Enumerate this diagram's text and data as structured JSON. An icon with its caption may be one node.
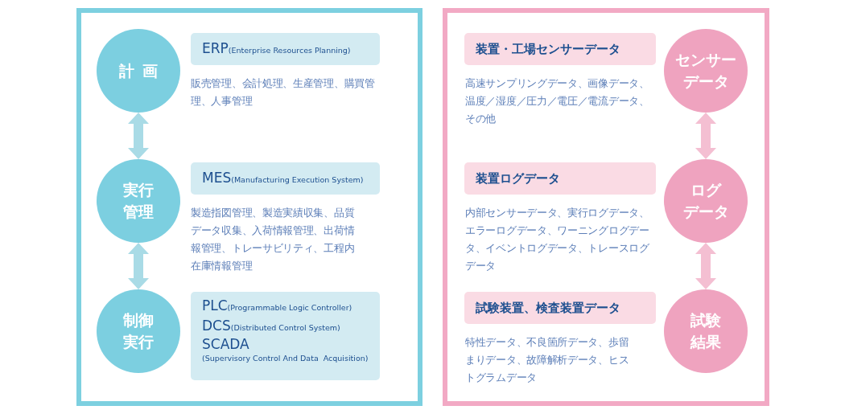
{
  "diagram": {
    "nodes": [
      {
        "text": [],
        "shape": "box"
      },
      {
        "text": [
          "計画"
        ],
        "in": 0
      },
      {
        "text": [
          "ERP",
          "(Enterprise Resources Planning)"
        ],
        "in": 0,
        "beside": [
          "販売管理、会計処理、生産管理、購買管理、人事管理"
        ]
      },
      {
        "text": [
          "実行管理"
        ],
        "in": 0
      },
      {
        "text": [
          "MES",
          "(Manufacturing Execution System)"
        ],
        "in": 0,
        "beside": [
          "製造指図管理、製造実績収集、品質データ収集、入荷情報管理、出荷情報管理、トレーサビリティ、工程内在庫情報管理"
        ]
      },
      {
        "text": [
          "制御実行"
        ],
        "in": 0
      },
      {
        "text": [
          "PLC",
          "(Programmable Logic Controller)",
          "DCS",
          "(Distributed Control System)",
          "SCADA",
          "(Supervisory Control And Data  Acquisition)"
        ],
        "in": 0
      },
      {
        "text": [],
        "shape": "box"
      },
      {
        "text": [
          "装置・工場センサーデータ"
        ],
        "in": 7,
        "beside": [
          "高速サンプリングデータ、画像データ、温度／湿度／圧力／電圧／電流データ、その他"
        ]
      },
      {
        "text": [
          "センサーデータ"
        ],
        "in": 7
      },
      {
        "text": [
          "装置ログデータ"
        ],
        "in": 7,
        "beside": [
          "内部センサーデータ、実行ログデータ、エラーログデータ、ワーニングログデータ、イベントログデータ、トレースログデータ"
        ]
      },
      {
        "text": [
          "ログデータ"
        ],
        "in": 7
      },
      {
        "text": [
          "試験装置、検査装置データ"
        ],
        "in": 7,
        "beside": [
          "特性データ、不良箇所データ、歩留まりデータ、故障解析データ、ヒストグラムデータ"
        ]
      },
      {
        "text": [
          "試験結果"
        ],
        "in": 7
      }
    ],
    "edges": [
      {
        "from": 1,
        "to": 3,
        "arrow": "both"
      },
      {
        "from": 3,
        "to": 5,
        "arrow": "both"
      },
      {
        "from": 9,
        "to": 11,
        "arrow": "both"
      },
      {
        "from": 11,
        "to": 13,
        "arrow": "both"
      }
    ]
  }
}
